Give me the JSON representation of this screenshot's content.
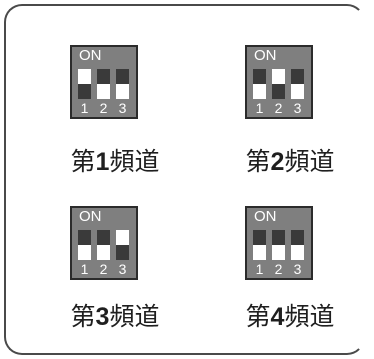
{
  "colors": {
    "switch_body": "#7f7f7f",
    "slot": "#3a3a3a",
    "knob": "#ffffff",
    "border": "#4a4a4a"
  },
  "channels": [
    {
      "on_label": "ON",
      "switch_numbers": [
        "1",
        "2",
        "3"
      ],
      "switch_states": [
        "on",
        "off",
        "off"
      ],
      "label_prefix": "第",
      "label_number": "1",
      "label_suffix": "頻道"
    },
    {
      "on_label": "ON",
      "switch_numbers": [
        "1",
        "2",
        "3"
      ],
      "switch_states": [
        "off",
        "on",
        "off"
      ],
      "label_prefix": "第",
      "label_number": "2",
      "label_suffix": "頻道"
    },
    {
      "on_label": "ON",
      "switch_numbers": [
        "1",
        "2",
        "3"
      ],
      "switch_states": [
        "off",
        "off",
        "on"
      ],
      "label_prefix": "第",
      "label_number": "3",
      "label_suffix": "頻道"
    },
    {
      "on_label": "ON",
      "switch_numbers": [
        "1",
        "2",
        "3"
      ],
      "switch_states": [
        "off",
        "off",
        "off"
      ],
      "label_prefix": "第",
      "label_number": "4",
      "label_suffix": "頻道"
    }
  ]
}
